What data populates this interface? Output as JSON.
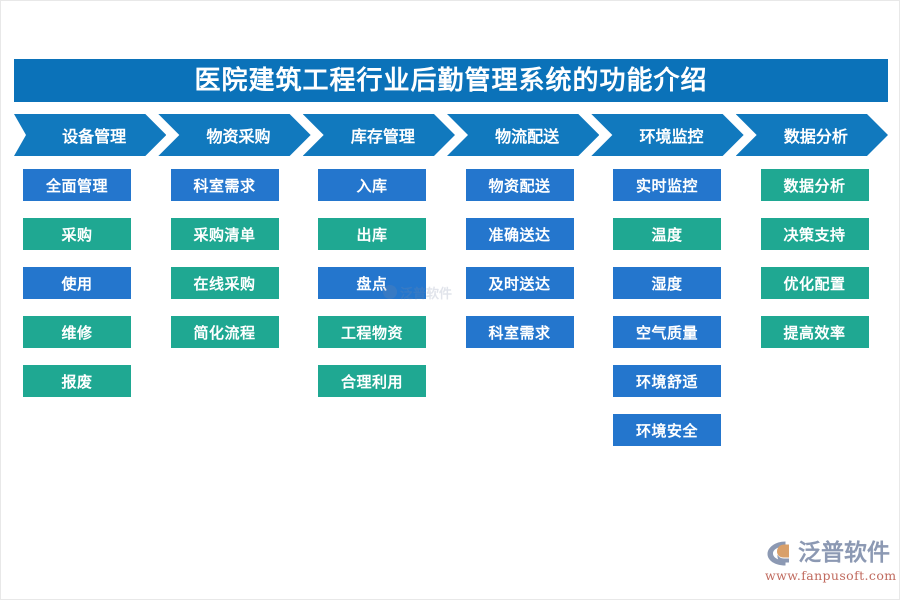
{
  "header": {
    "title": "医院建筑工程行业后勤管理系统的功能介绍"
  },
  "colors": {
    "banner_blue": "#0b72b9",
    "chevron_blue": "#1179be",
    "box_blue": "#2476cd",
    "box_teal": "#1fa892",
    "page_background": "#ffffff",
    "brand_grey": "#8c99b3",
    "brand_url_red": "#c06a5e"
  },
  "columns": [
    {
      "id": "equipment-management",
      "chevron_label": "设备管理",
      "items": [
        {
          "label": "全面管理",
          "color": "blue"
        },
        {
          "label": "采购",
          "color": "teal"
        },
        {
          "label": "使用",
          "color": "blue"
        },
        {
          "label": "维修",
          "color": "teal"
        },
        {
          "label": "报废",
          "color": "teal"
        }
      ]
    },
    {
      "id": "material-procurement",
      "chevron_label": "物资采购",
      "items": [
        {
          "label": "科室需求",
          "color": "blue"
        },
        {
          "label": "采购清单",
          "color": "teal"
        },
        {
          "label": "在线采购",
          "color": "teal"
        },
        {
          "label": "简化流程",
          "color": "teal"
        }
      ]
    },
    {
      "id": "inventory-management",
      "chevron_label": "库存管理",
      "items": [
        {
          "label": "入库",
          "color": "blue"
        },
        {
          "label": "出库",
          "color": "teal"
        },
        {
          "label": "盘点",
          "color": "blue"
        },
        {
          "label": "工程物资",
          "color": "teal"
        },
        {
          "label": "合理利用",
          "color": "teal"
        }
      ]
    },
    {
      "id": "logistics-delivery",
      "chevron_label": "物流配送",
      "items": [
        {
          "label": "物资配送",
          "color": "blue"
        },
        {
          "label": "准确送达",
          "color": "blue"
        },
        {
          "label": "及时送达",
          "color": "blue"
        },
        {
          "label": "科室需求",
          "color": "blue"
        }
      ]
    },
    {
      "id": "environment-monitoring",
      "chevron_label": "环境监控",
      "items": [
        {
          "label": "实时监控",
          "color": "blue"
        },
        {
          "label": "温度",
          "color": "teal"
        },
        {
          "label": "湿度",
          "color": "blue"
        },
        {
          "label": "空气质量",
          "color": "blue"
        },
        {
          "label": "环境舒适",
          "color": "blue"
        },
        {
          "label": "环境安全",
          "color": "blue"
        }
      ]
    },
    {
      "id": "data-analysis",
      "chevron_label": "数据分析",
      "items": [
        {
          "label": "数据分析",
          "color": "teal"
        },
        {
          "label": "决策支持",
          "color": "teal"
        },
        {
          "label": "优化配置",
          "color": "teal"
        },
        {
          "label": "提高效率",
          "color": "teal"
        }
      ]
    }
  ],
  "watermark": {
    "text": "泛普软件"
  },
  "brand": {
    "name": "泛普软件",
    "url": "www.fanpusoft.com"
  }
}
